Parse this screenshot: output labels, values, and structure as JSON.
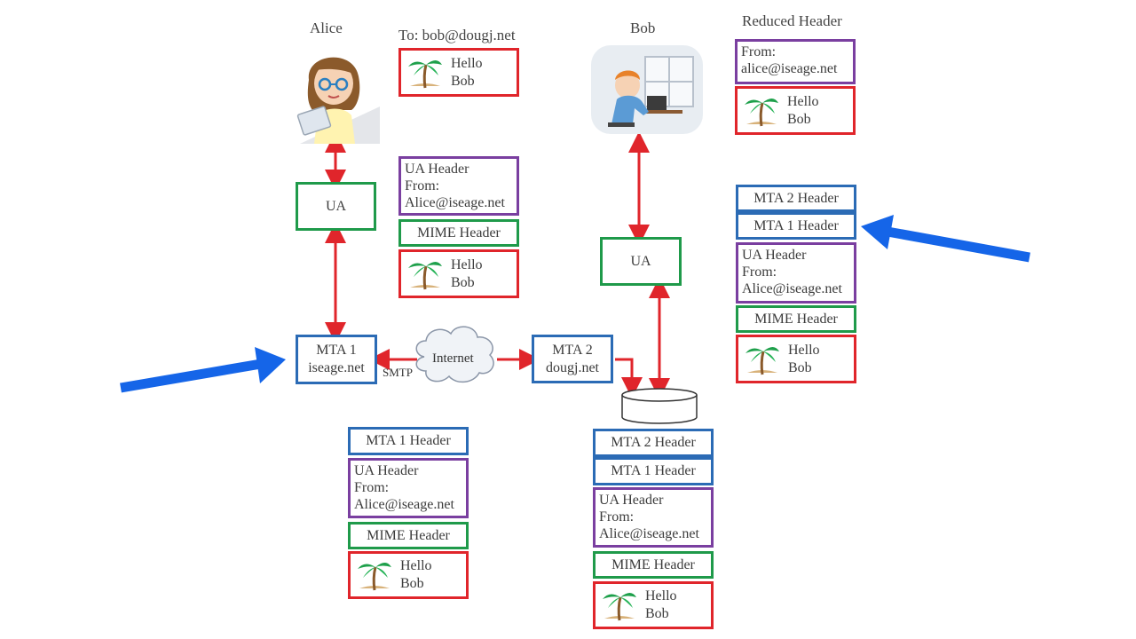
{
  "people": {
    "alice": "Alice",
    "bob": "Bob"
  },
  "to_label": "To: bob@dougj.net",
  "reduced_header_label": "Reduced Header",
  "message": {
    "line1": "Hello",
    "line2": "Bob"
  },
  "ua_label": "UA",
  "mta1": {
    "line1": "MTA 1",
    "line2": "iseage.net"
  },
  "mta2": {
    "line1": "MTA 2",
    "line2": "dougj.net"
  },
  "internet_label": "Internet",
  "smtp_label": "SMTP",
  "headers": {
    "ua_header": "UA Header",
    "from": "From:",
    "alice_addr": "Alice@iseage.net",
    "alice_addr_lower": "alice@iseage.net",
    "mime": "MIME Header",
    "mta1": "MTA 1 Header",
    "mta2": "MTA 2 Header"
  },
  "colors": {
    "ua_box": "#1f9a4a",
    "mta_box": "#2b6bb5",
    "ua_header_box": "#7a3fa0",
    "message_box": "#e0252b",
    "flow_arrow": "#e0252b",
    "pointer_arrow": "#1565e8"
  }
}
